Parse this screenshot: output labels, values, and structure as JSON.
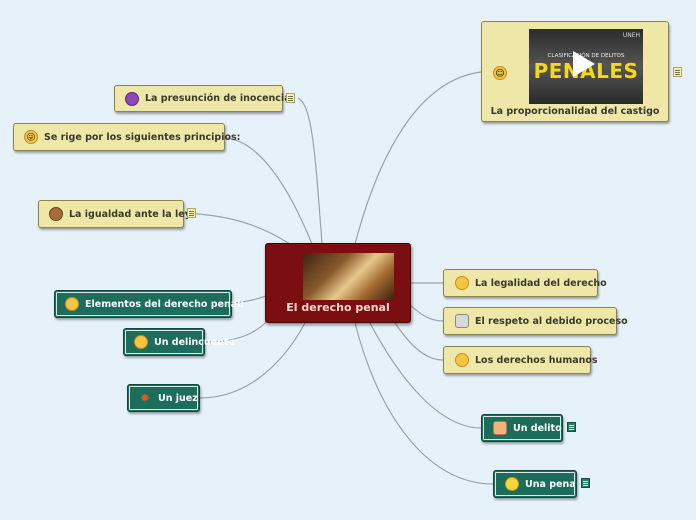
{
  "central": {
    "title": "El derecho penal",
    "image": "gavel-and-book-photo"
  },
  "top_card": {
    "title": "La proporcionalidad del castigo",
    "icon": "halo-face",
    "video": {
      "subtitle": "CLASIFICACIÓN DE DELITOS",
      "title": "PENALES",
      "logo": "UNEH",
      "control": "play-icon"
    }
  },
  "left_nodes": [
    {
      "label": "La presunción de inocencia",
      "icon": "devil-face"
    },
    {
      "label": "Se rige por los siguientes principios:",
      "icon": "tongue-face"
    },
    {
      "label": "La igualdad ante la ley",
      "icon": "monkey-face"
    },
    {
      "label": "Elementos del derecho penal:",
      "icon": "heart-eyes-face"
    },
    {
      "label": "Un delincuente",
      "icon": "hushed-face"
    },
    {
      "label": "Un juez",
      "icon": "explosion"
    }
  ],
  "right_nodes": [
    {
      "label": "La legalidad del derecho",
      "icon": "grinning-face"
    },
    {
      "label": "El respeto al debido proceso",
      "icon": "balance-icon"
    },
    {
      "label": "Los derechos humanos",
      "icon": "smiling-face"
    },
    {
      "label": "Un delito",
      "icon": "thumbs-up"
    },
    {
      "label": "Una pena",
      "icon": "light-bulb"
    }
  ],
  "colors": {
    "background": "#e7f1fa",
    "central": "#7a0e10",
    "principle_node": "#efe7a8",
    "element_node": "#1d6d5d",
    "link": "#9ba2aa"
  }
}
